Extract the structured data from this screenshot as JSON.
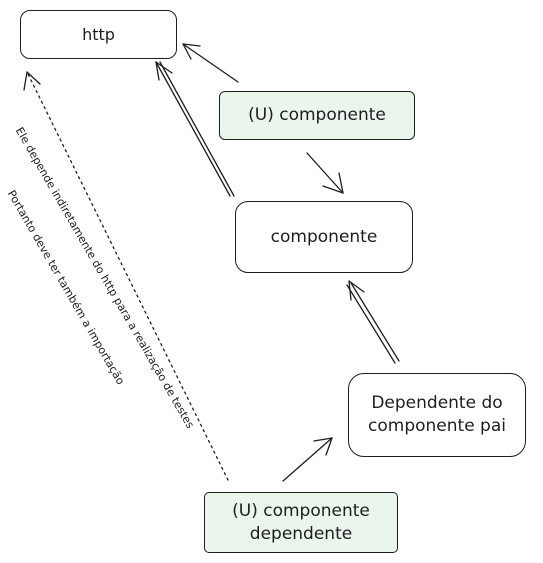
{
  "nodes": {
    "http": "http",
    "u_componente": "(U) componente",
    "componente": "componente",
    "dependente_line1": "Dependente do",
    "dependente_line2": "componente pai",
    "u_dependente_line1": "(U) componente",
    "u_dependente_line2": "dependente"
  },
  "annotations": {
    "line1": "Ele depende indiretamente do http para a realização de testes",
    "line2": "Portanto deve ter também a importação"
  },
  "colors": {
    "stroke": "#1e1e1e",
    "green_fill": "#eaf5ec"
  }
}
